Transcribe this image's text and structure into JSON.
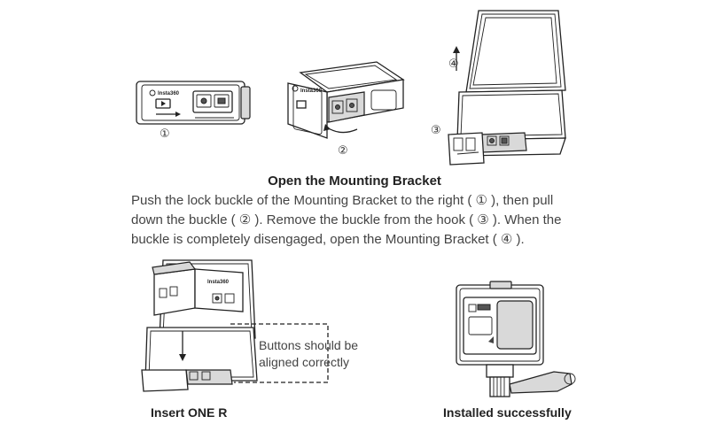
{
  "step_markers": {
    "s1": "①",
    "s2": "②",
    "s3": "③",
    "s4": "④"
  },
  "brand": "Insta360",
  "title": "Open the Mounting Bracket",
  "instructions": "Push the lock buckle of the Mounting Bracket to the right ( ① ), then pull down the buckle ( ② ). Remove the buckle from the hook ( ③ ). When the buckle is completely disengaged, open the Mounting Bracket ( ④ ).",
  "callout": "Buttons should be aligned correctly",
  "labels": {
    "insert": "Insert ONE R",
    "installed": "Installed successfully"
  }
}
